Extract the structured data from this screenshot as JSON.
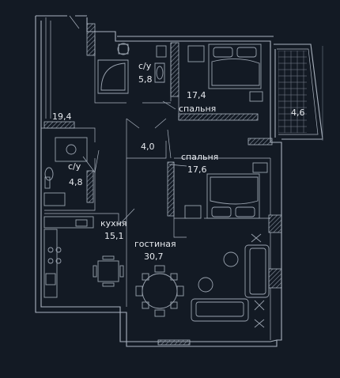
{
  "colors": {
    "background": "#131a24",
    "line": "#aab3bf",
    "text": "#e6e9ee"
  },
  "rooms": {
    "bathroom_top": {
      "name": "с/у",
      "area": "5,8"
    },
    "bedroom_top": {
      "name": "спальня",
      "area": "17,4"
    },
    "balcony": {
      "area": "4,6"
    },
    "corridor_top": {
      "area": "19,4"
    },
    "hall": {
      "area": "4,0"
    },
    "bathroom_left": {
      "name": "с/у",
      "area": "4,8"
    },
    "bedroom_mid": {
      "name": "спальня",
      "area": "17,6"
    },
    "kitchen": {
      "name": "кухня",
      "area": "15,1"
    },
    "living": {
      "name": "гостиная",
      "area": "30,7"
    }
  }
}
